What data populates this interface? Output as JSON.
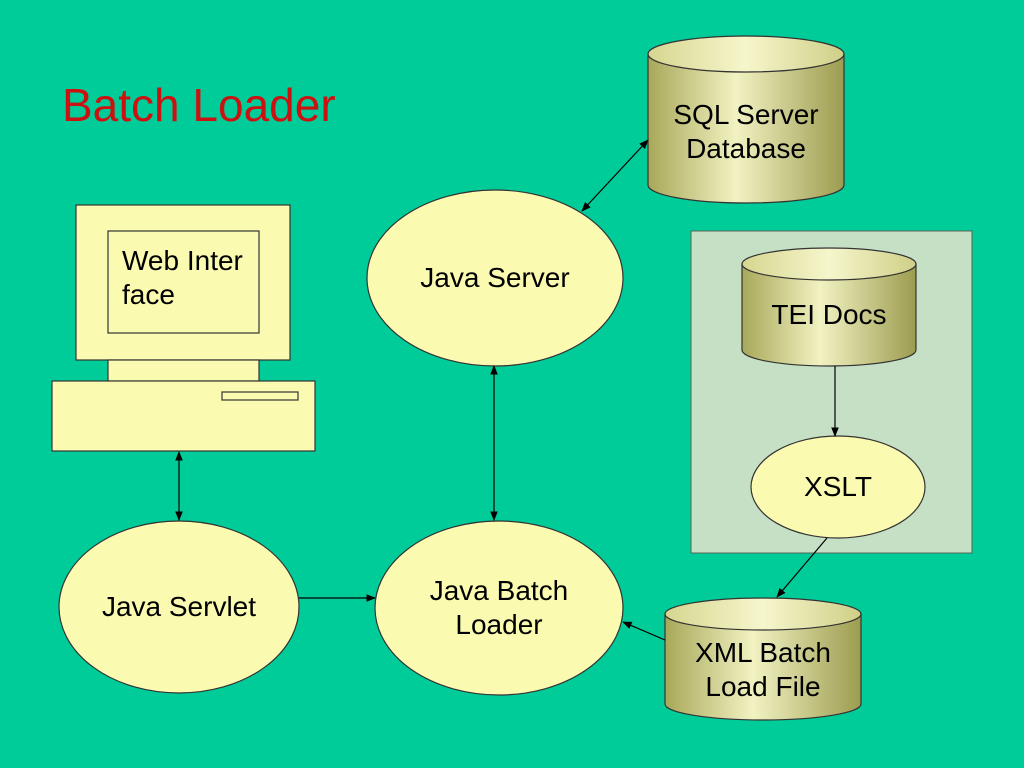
{
  "title": "Batch Loader",
  "nodes": {
    "sql_server": {
      "line1": "SQL Server",
      "line2": "Database"
    },
    "java_server": "Java Server",
    "web_interface": "Web Interface",
    "tei_docs": "TEI Docs",
    "xslt": "XSLT",
    "java_servlet": "Java Servlet",
    "java_batch_loader": {
      "line1": "Java Batch",
      "line2": "Loader"
    },
    "xml_batch_file": {
      "line1": "XML Batch",
      "line2": "Load File"
    }
  },
  "colors": {
    "background": "#00cc99",
    "title": "#cc1111",
    "node_fill": "#fafab0",
    "cylinder_body": "#c8c878",
    "cylinder_highlight": "#f4f4c4",
    "cylinder_top": "#e4e4a4",
    "group_panel": "#c6e0c6",
    "line": "#000000"
  }
}
